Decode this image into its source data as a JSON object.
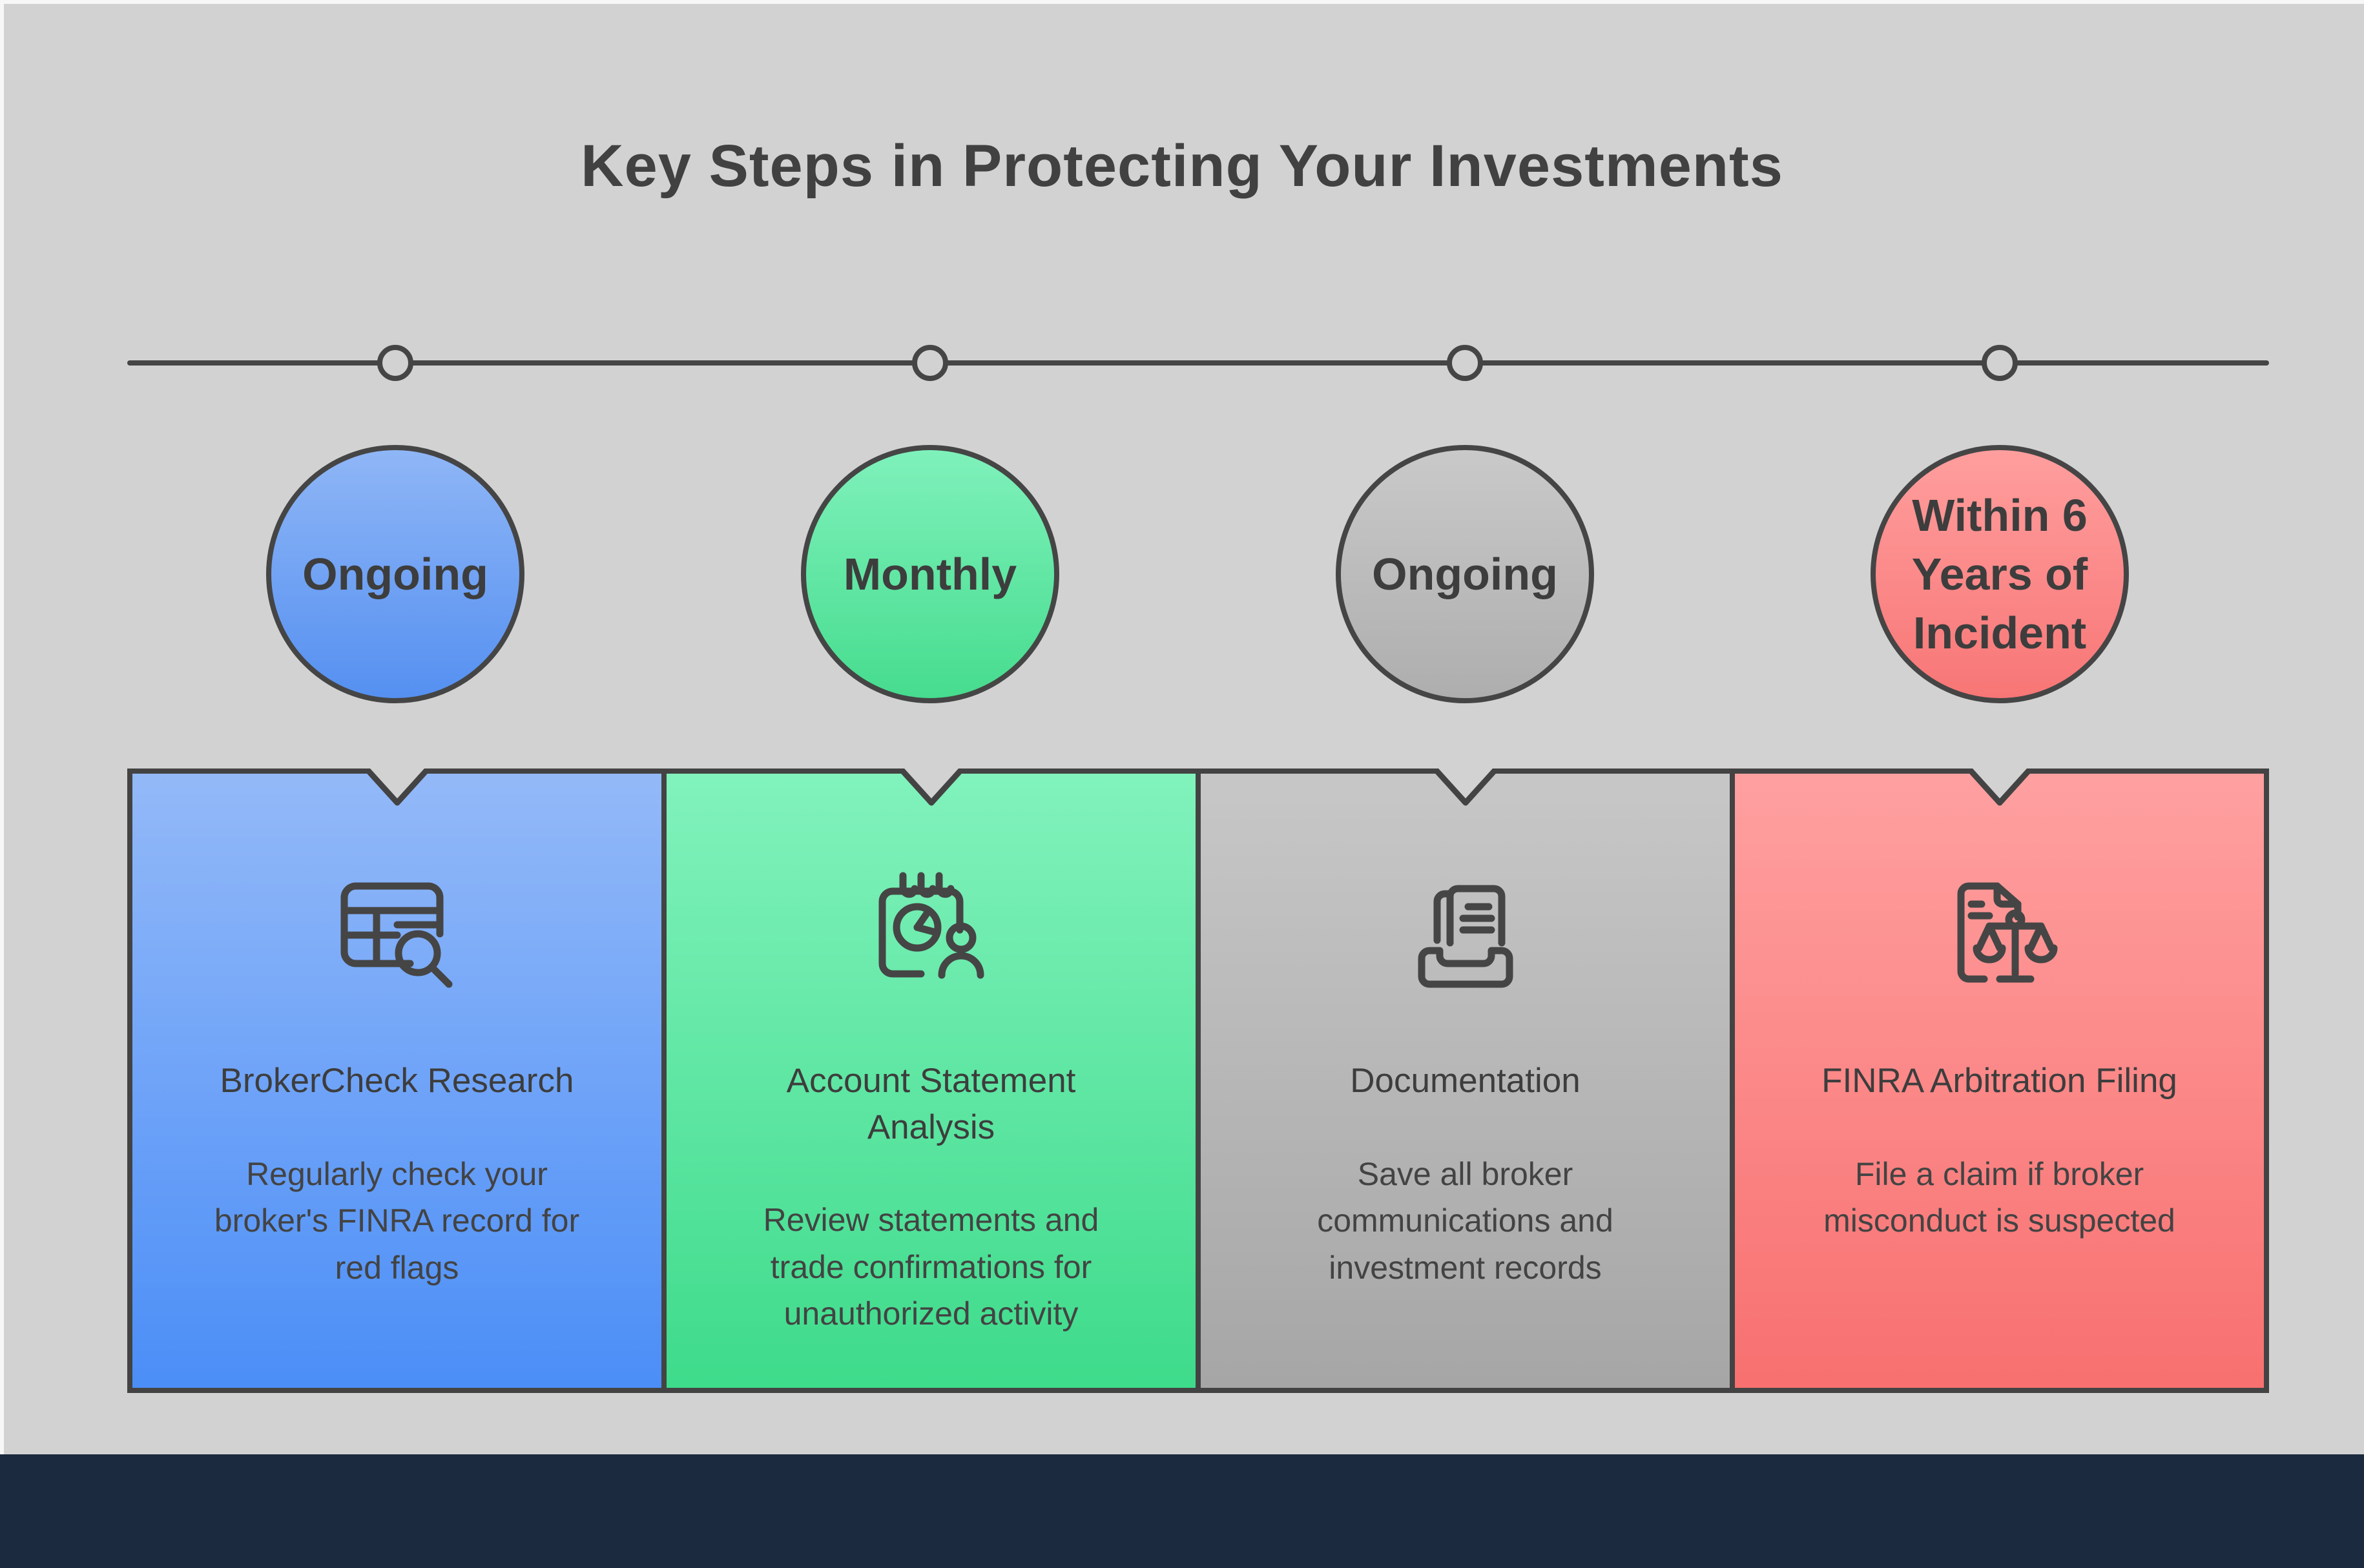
{
  "title": "Key Steps in Protecting Your Investments",
  "palette": {
    "background": "#d2d2d2",
    "frame": "#f7f7f7",
    "footer_bar": "#1b2a3e",
    "outline": "#454545",
    "text": "#3d3d3d"
  },
  "steps": [
    {
      "timeframe": "Ongoing",
      "card_title": "BrokerCheck Research",
      "description": "Regularly check your broker's FINRA record for red flags",
      "icon": "table-search-icon",
      "color_top": "#93b9f8",
      "color_bottom": "#4b8ef7"
    },
    {
      "timeframe": "Monthly",
      "card_title": "Account Statement Analysis",
      "description": "Review statements and trade confirmations for unauthorized activity",
      "icon": "calendar-chart-person-icon",
      "color_top": "#81f2bc",
      "color_bottom": "#3edb8b"
    },
    {
      "timeframe": "Ongoing",
      "card_title": "Documentation",
      "description": "Save all broker communications and investment records",
      "icon": "document-inbox-icon",
      "color_top": "#c7c7c7",
      "color_bottom": "#a6a6a6"
    },
    {
      "timeframe": "Within 6 Years of Incident",
      "card_title": "FINRA Arbitration Filing",
      "description": "File a claim if broker misconduct is suspected",
      "icon": "document-scales-icon",
      "color_top": "#ffa0a0",
      "color_bottom": "#f87070"
    }
  ]
}
